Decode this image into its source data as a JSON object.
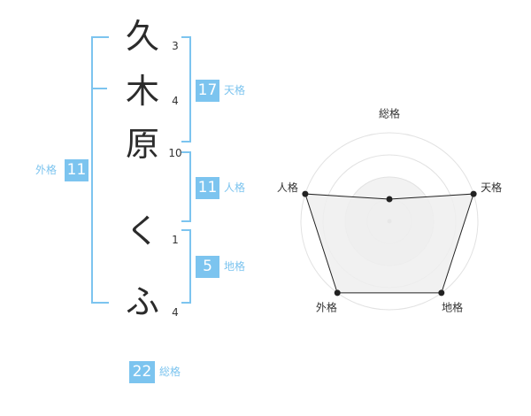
{
  "name": {
    "chars": [
      {
        "char": "久",
        "strokes": "3"
      },
      {
        "char": "木",
        "strokes": "4"
      },
      {
        "char": "原",
        "strokes": "10"
      },
      {
        "char": "く",
        "strokes": "1"
      },
      {
        "char": "ふ",
        "strokes": "4"
      }
    ]
  },
  "fortunes": {
    "tenkaku": {
      "label": "天格",
      "value": "17"
    },
    "jinkaku": {
      "label": "人格",
      "value": "11"
    },
    "chikaku": {
      "label": "地格",
      "value": "5"
    },
    "gaikaku": {
      "label": "外格",
      "value": "11"
    },
    "soukaku": {
      "label": "総格",
      "value": "22"
    }
  },
  "chart_data": {
    "type": "radar",
    "axes": [
      "総格",
      "天格",
      "地格",
      "外格",
      "人格"
    ],
    "rings": 4,
    "max": 4,
    "values": [
      1,
      4,
      4,
      4,
      4
    ],
    "accent": "#7cc4ef",
    "line_color": "#222222",
    "fill_color": "#eeeeee"
  }
}
